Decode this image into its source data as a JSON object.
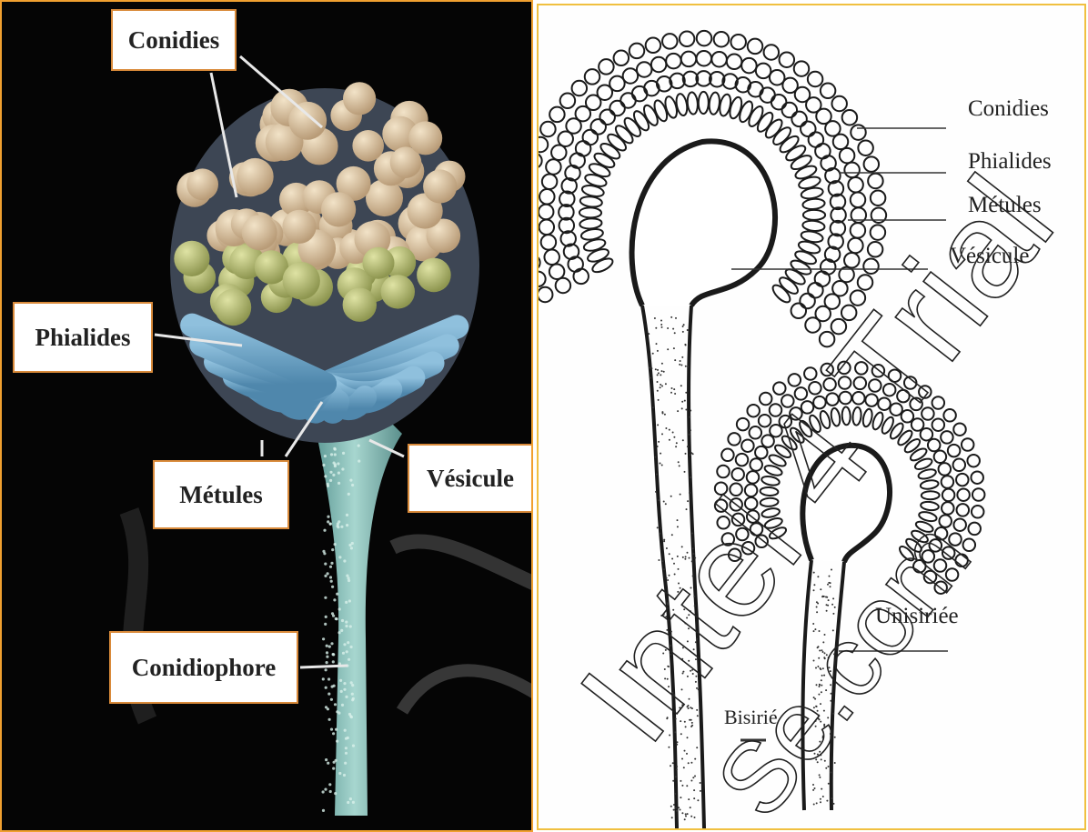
{
  "photo": {
    "labels": {
      "conidies": "Conidies",
      "phialides": "Phialides",
      "metules": "Métules",
      "vesicule": "Vésicule",
      "conidiophore": "Conidiophore"
    },
    "colors": {
      "border": "#f0a030",
      "conidia": "#d9c2a0",
      "phialide_green": "#b8c27a",
      "metule_blue": "#78a9c8",
      "stalk": "#8fc4bf"
    }
  },
  "sketch": {
    "labels": {
      "conidies": "Conidies",
      "phialides": "Phialides",
      "metules": "Métules",
      "vesicule": "Vésicule",
      "unisiriee": "Unisiriée",
      "bisiriee": "Bisirié"
    },
    "watermark": {
      "line1": "Intel 4 Trial",
      "line2": "Se.com"
    },
    "colors": {
      "border": "#f0c040",
      "ink": "#1a1a1a"
    }
  }
}
